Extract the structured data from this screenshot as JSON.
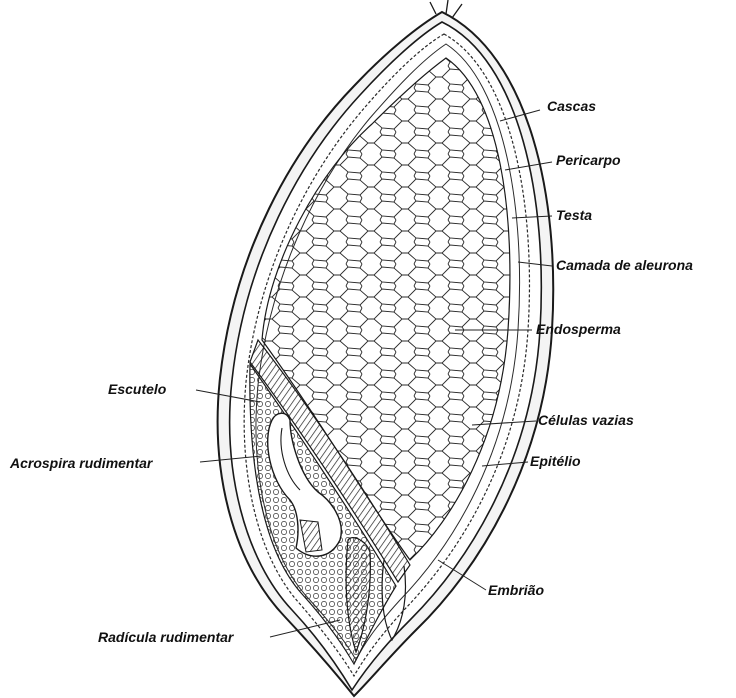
{
  "labels": {
    "cascas": "Cascas",
    "pericarpo": "Pericarpo",
    "testa": "Testa",
    "aleurona": "Camada de aleurona",
    "endosperma": "Endosperma",
    "celulas": "Células vazias",
    "epitelio": "Epitélio",
    "embriao": "Embrião",
    "escutelo": "Escutelo",
    "acrospira": "Acrospira rudimentar",
    "radicula": "Radícula rudimentar"
  }
}
